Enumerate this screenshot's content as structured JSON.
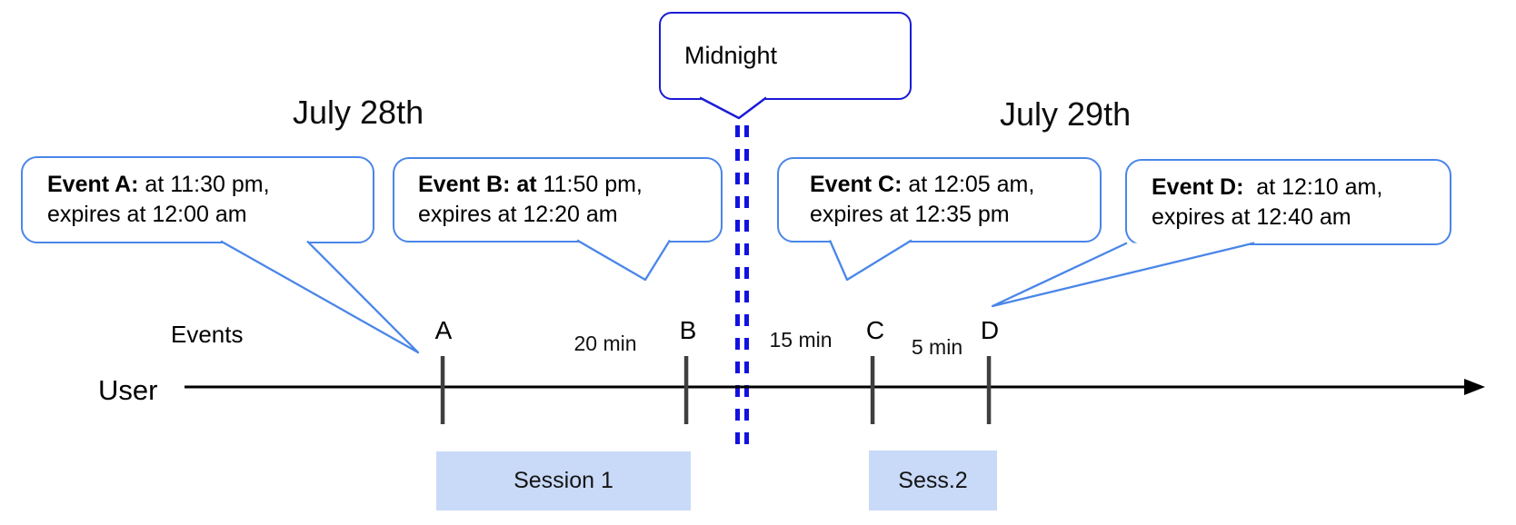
{
  "dates": {
    "left": "July 28th",
    "right": "July 29th"
  },
  "midnight": {
    "label": "Midnight"
  },
  "callouts": [
    {
      "bold": "Event A:",
      "rest": " at 11:30 pm,",
      "line2": "expires at 12:00 am"
    },
    {
      "bold": "Event B: at",
      "rest": " 11:50 pm,",
      "line2": "expires at 12:20 am"
    },
    {
      "bold": "Event C:",
      "rest": " at 12:05 am,",
      "line2": "expires at 12:35 pm"
    },
    {
      "bold": "Event D:",
      "rest": "  at 12:10 am,",
      "line2": "expires at 12:40 am"
    }
  ],
  "timeline": {
    "row_label": "Events",
    "axis_label": "User",
    "markers": [
      {
        "letter": "A"
      },
      {
        "letter": "B"
      },
      {
        "letter": "C"
      },
      {
        "letter": "D"
      }
    ],
    "intervals": [
      {
        "label": "20 min"
      },
      {
        "label": "15 min"
      },
      {
        "label": "5 min"
      }
    ]
  },
  "sessions": [
    {
      "label": "Session 1"
    },
    {
      "label": "Sess.2"
    }
  ],
  "colors": {
    "callout_border": "#4a86e8",
    "midnight_border": "#1b1bd6",
    "dashed_line": "#1212e0",
    "session_fill": "#c9daf8",
    "tick": "#3f3f3f",
    "axis": "#000000"
  }
}
